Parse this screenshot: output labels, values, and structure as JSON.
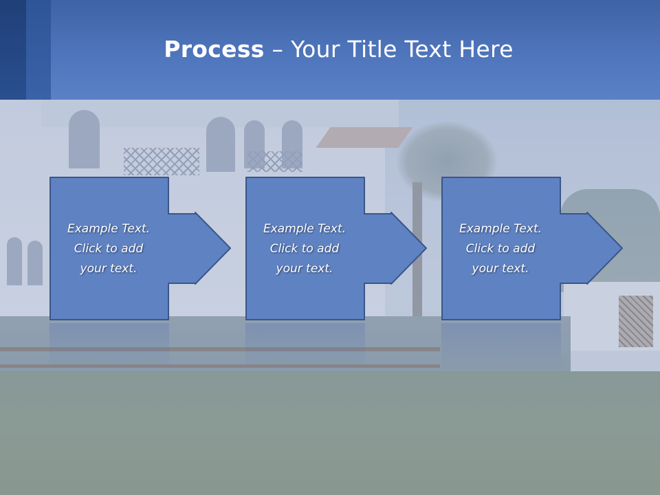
{
  "slide": {
    "title_bold": "Process",
    "title_rest": " – Your Title Text Here"
  },
  "steps": [
    {
      "text": "Example Text.\nClick  to add\nyour text."
    },
    {
      "text": "Example Text.\nClick  to add\nyour text."
    },
    {
      "text": "Example Text.\nClick  to add\nyour text."
    }
  ],
  "colors": {
    "header": "#4f75bc",
    "box_fill": "#5f82c3",
    "box_border": "#3a5687"
  }
}
